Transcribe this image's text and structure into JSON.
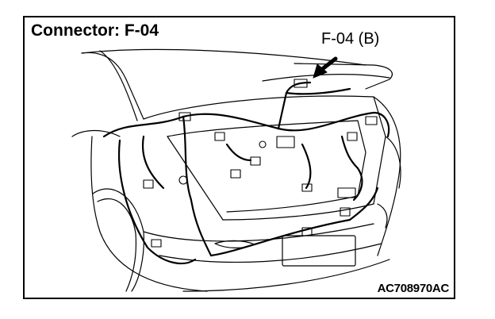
{
  "diagram": {
    "title": "Connector: F-04",
    "callout_label": "F-04 (B)",
    "figure_code": "AC708970AC"
  },
  "colors": {
    "line": "#000000",
    "background": "#ffffff"
  }
}
